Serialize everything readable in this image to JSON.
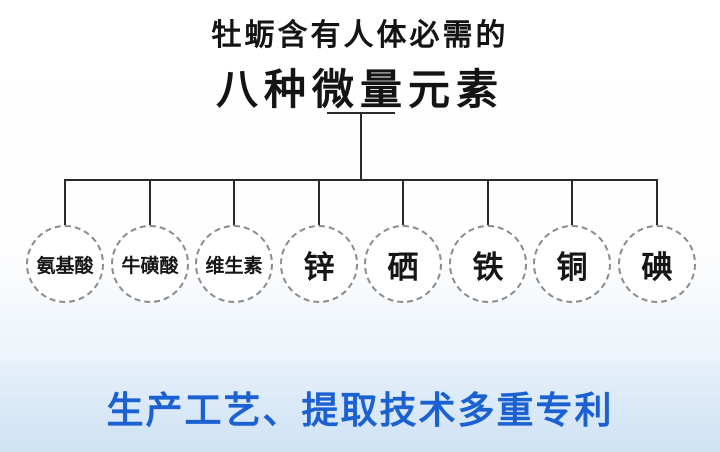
{
  "title": {
    "line1": "牡蛎含有人体必需的",
    "line2": "八种微量元素"
  },
  "elements": [
    {
      "label": "氨基酸"
    },
    {
      "label": "牛磺酸"
    },
    {
      "label": "维生素"
    },
    {
      "label": "锌"
    },
    {
      "label": "硒"
    },
    {
      "label": "铁"
    },
    {
      "label": "铜"
    },
    {
      "label": "碘"
    }
  ],
  "footer": {
    "text": "生产工艺、提取技术多重专利"
  },
  "colors": {
    "accent_blue": "#1b61d1",
    "footer_band": "#cfe2f4",
    "line": "#2a2a2a",
    "circle_border": "#8b8b8b",
    "text": "#141414"
  }
}
